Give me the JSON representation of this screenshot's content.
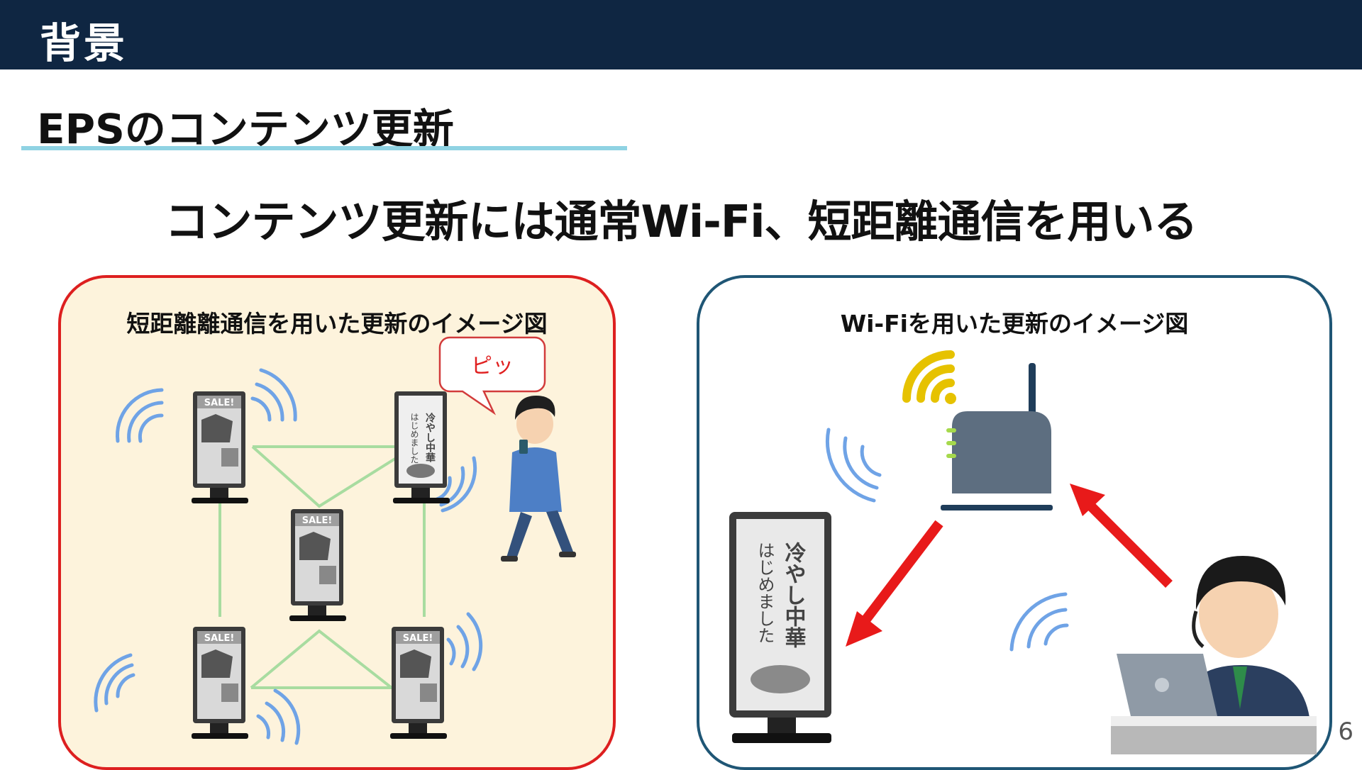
{
  "header": {
    "title": "背景"
  },
  "section": {
    "title": "EPSのコンテンツ更新"
  },
  "headline": "コンテンツ更新には通常Wi-Fi、短距離通信を用いる",
  "panels": {
    "short_range": {
      "title": "短距離離通信を用いた更新のイメージ図",
      "speech_bubble": "ピッ",
      "sign_sale_text": "SALE!",
      "sign_menu_text": "冷やし中華 はじめました"
    },
    "wifi": {
      "title": "Wi-Fiを用いた更新のイメージ図",
      "sign_menu_line1": "冷やし中華",
      "sign_menu_line2": "はじめました"
    }
  },
  "colors": {
    "header_bg": "#0f2642",
    "underline": "#8fd3e3",
    "left_panel_border": "#dd1f1f",
    "left_panel_bg": "#fdf3dc",
    "right_panel_border": "#1f5675",
    "arrow": "#e81a1a",
    "wave": "#6fa3e6",
    "link_line": "#a8dca0"
  },
  "page_number": "6"
}
